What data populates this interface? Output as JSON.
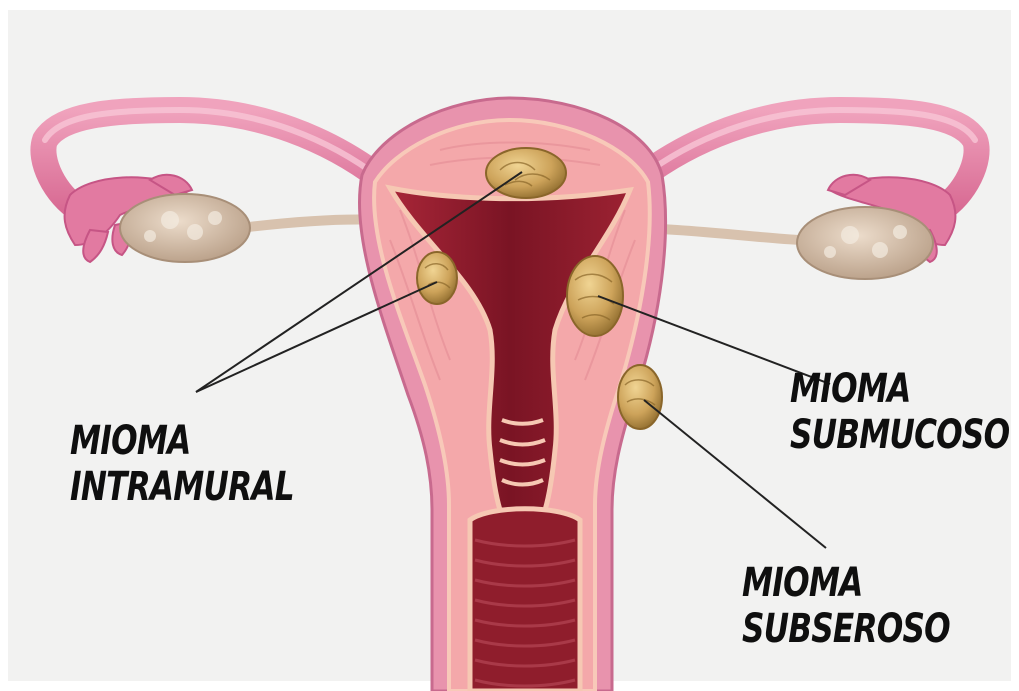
{
  "labels": {
    "intramural": {
      "line1": "MIOMA",
      "line2": "INTRAMURAL"
    },
    "submucoso": {
      "line1": "MIOMA",
      "line2": "SUBMUCOSO"
    },
    "subseroso": {
      "line1": "MIOMA",
      "line2": "SUBSEROSO"
    }
  },
  "colors": {
    "background": "#f2f2f1",
    "uterus_outer": "#e488a6",
    "uterus_inner": "#f3a3a6",
    "cavity": "#8e1b2a",
    "fibroid": "#c8a45a",
    "leader_line": "#222222"
  }
}
